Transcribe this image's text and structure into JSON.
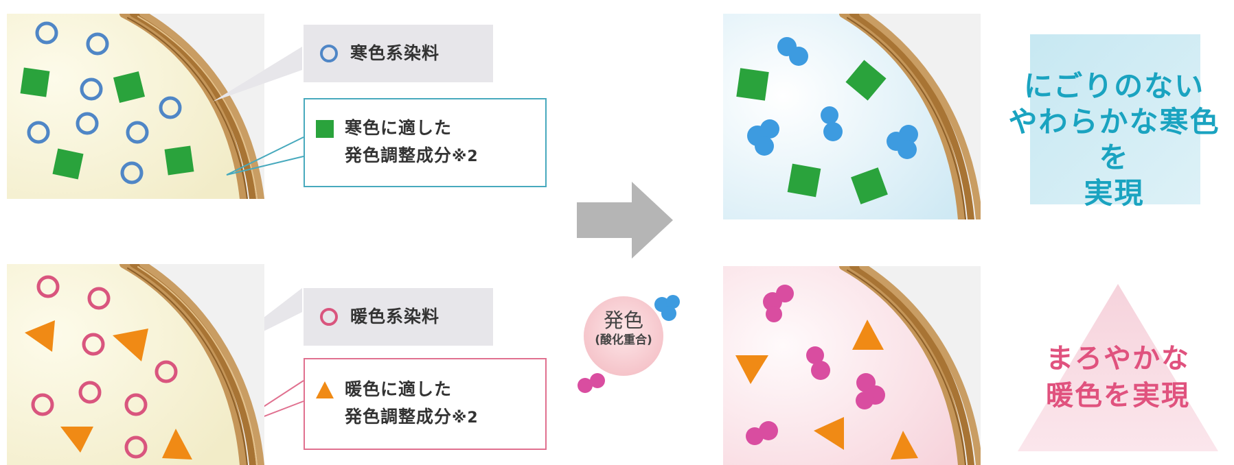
{
  "cool_row": {
    "dye_label": "寒色系染料",
    "component_label_line1": "寒色に適した",
    "component_label_line2": "発色調整成分",
    "component_note": "※2",
    "result_line1": "にごりのない",
    "result_line2": "やわらかな寒色を",
    "result_line3": "実現"
  },
  "warm_row": {
    "dye_label": "暖色系染料",
    "component_label_line1": "暖色に適した",
    "component_label_line2": "発色調整成分",
    "component_note": "※2",
    "result_line1": "まろやかな",
    "result_line2": "暖色を実現"
  },
  "process": {
    "label": "発色",
    "sublabel": "(酸化重合)"
  },
  "colors": {
    "cool_accent": "#1aa3c0",
    "warm_accent": "#e0527e",
    "dye_blue": "#4f86c6",
    "dye_pink": "#d9557e",
    "component_green": "#2aa33c",
    "component_orange": "#f08a15",
    "developed_blue": "#3d9be0",
    "developed_pink": "#d94da0",
    "hair_brown": "#b88a4a",
    "arrow_gray": "#b5b5b5"
  },
  "icons": {
    "dye_marker": "hollow-circle",
    "cool_component_marker": "green-square",
    "warm_component_marker": "orange-triangle",
    "developed_marker": "pigment-cluster",
    "process_arrow": "right-arrow"
  }
}
